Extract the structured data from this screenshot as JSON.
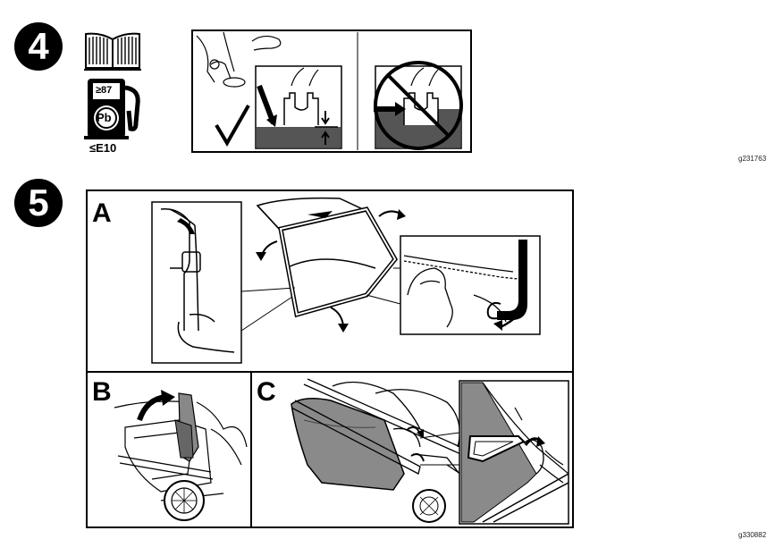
{
  "step4": {
    "number": "4",
    "octane_label": "≥87",
    "lead_label": "Pb",
    "ethanol_label": "≤E10",
    "figure_code": "g231763",
    "icons": [
      "manual-book-icon",
      "fuel-pump-icon",
      "checkmark-icon",
      "prohibited-icon"
    ]
  },
  "step5": {
    "number": "5",
    "panel_a": "A",
    "panel_b": "B",
    "panel_c": "C",
    "figure_code": "g330882"
  }
}
